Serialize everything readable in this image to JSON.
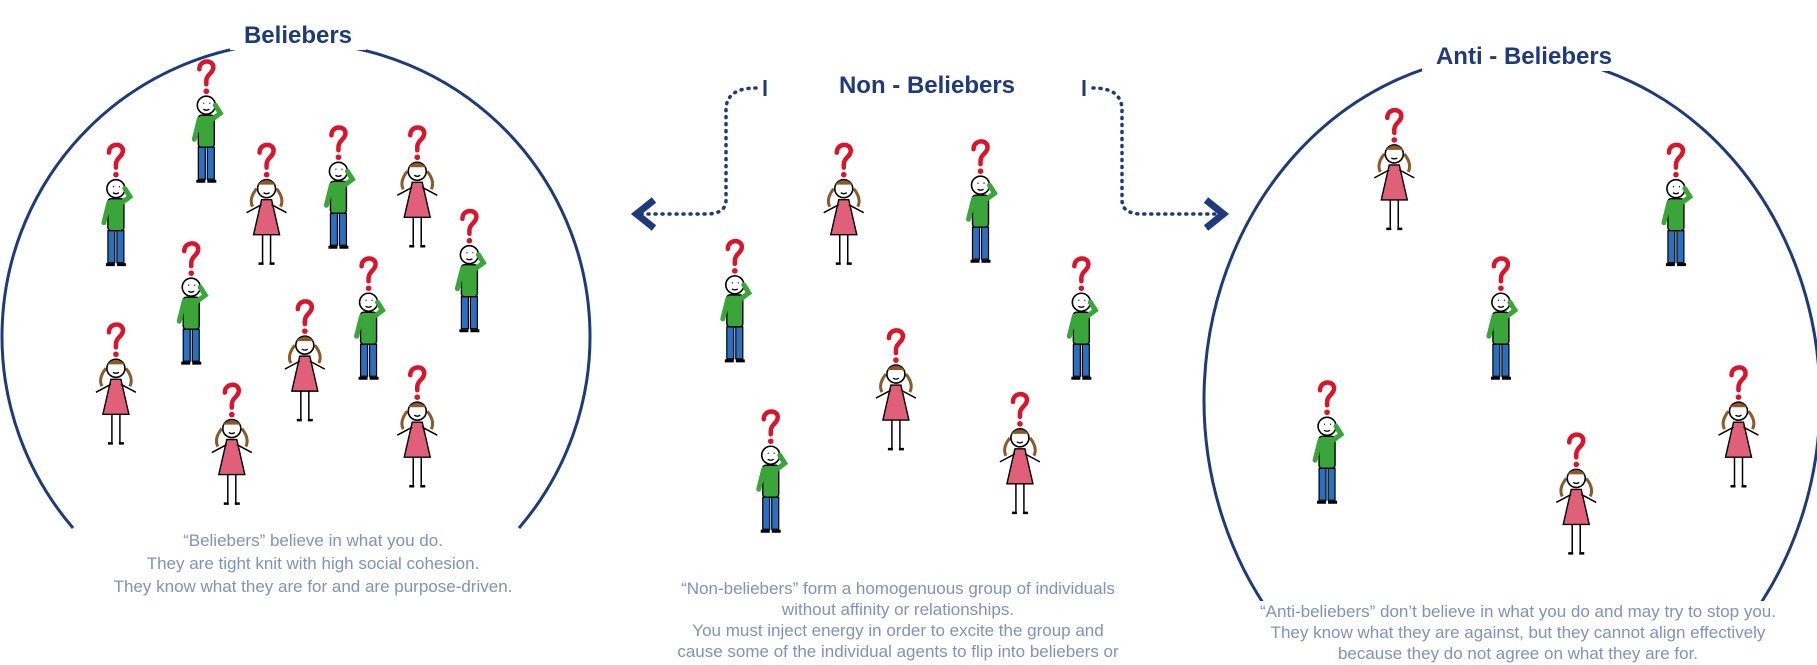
{
  "colors": {
    "title": "#1f3a7a",
    "text": "#8092b8",
    "shirt": "#3aa63a",
    "pants": "#2a6fc0",
    "dress": "#e0607a",
    "question": "#d9142b"
  },
  "groups": {
    "beliebers": {
      "title": "Beliebers",
      "lines": [
        "“Beliebers” believe in what you do.",
        "They are tight knit with high social cohesion.",
        "They know what they are for and are purpose-driven."
      ]
    },
    "non_beliebers": {
      "title": "Non - Beliebers",
      "lines": [
        "“Non-beliebers” form a homogenuous group of individuals",
        "without affinity or relationships.",
        "You must inject energy in order to excite the group and",
        "cause some of the individual agents to flip into beliebers or"
      ]
    },
    "anti_beliebers": {
      "title": "Anti - Beliebers",
      "lines": [
        "“Anti-beliebers” don’t believe in what you do and may try to stop you.",
        "They know what they are against, but they cannot align effectively",
        "because they do not agree on what they are for."
      ]
    }
  }
}
